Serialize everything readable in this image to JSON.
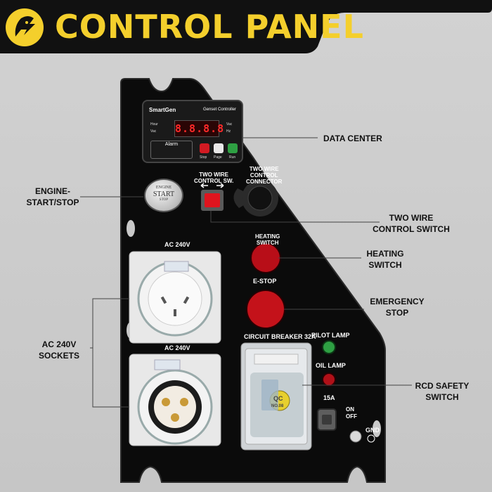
{
  "header": {
    "title": "CONTROL PANEL",
    "logo_icon": "lightning-head-icon"
  },
  "controller": {
    "brand": "SmartGen",
    "title": "Genset Controller",
    "display": "8.8.8.8",
    "left_labels": [
      "Hour",
      "Vac"
    ],
    "right_labels": [
      "Vac",
      "Hz"
    ],
    "alarm_label": "Alarm",
    "button_labels": [
      "Stop",
      "Page",
      "Run"
    ]
  },
  "panel_labels": {
    "two_wire_sw": [
      "TWO  WIRE",
      "CONTROL SW."
    ],
    "two_wire_conn": [
      "TWO  WIRE",
      "CONTROL",
      "CONNECTOR"
    ],
    "heating_switch": [
      "HEATING",
      "SWITCH"
    ],
    "e_stop": "E-STOP",
    "ac_top": "AC 240V",
    "ac_bottom": "AC 240V",
    "breaker": "CIRCUIT BREAKER 32A",
    "pilot_lamp": "PILOT LAMP",
    "oil_lamp": "OIL LAMP",
    "rating": "15A",
    "on": "ON",
    "off": "OFF",
    "gnd": "GND",
    "qc_line1": "QC",
    "qc_line2": "NO.08",
    "start_button": [
      "ENGINE",
      "START",
      "STOP"
    ]
  },
  "callouts": {
    "data_center": "DATA CENTER",
    "engine": [
      "ENGINE-",
      "START/STOP"
    ],
    "two_wire": [
      "TWO WIRE",
      "CONTROL SWITCH"
    ],
    "heating": [
      "HEATING",
      "SWITCH"
    ],
    "emergency": [
      "EMERGENCY",
      "STOP"
    ],
    "ac_sockets": [
      "AC 240V",
      "SOCKETS"
    ],
    "rcd": [
      "RCD SAFETY",
      "SWITCH"
    ]
  },
  "colors": {
    "accent_yellow": "#f4cf2c",
    "header_black": "#111111",
    "panel_black": "#0b0b0b",
    "button_red": "#c4121a",
    "lamp_green": "#2ea043"
  }
}
